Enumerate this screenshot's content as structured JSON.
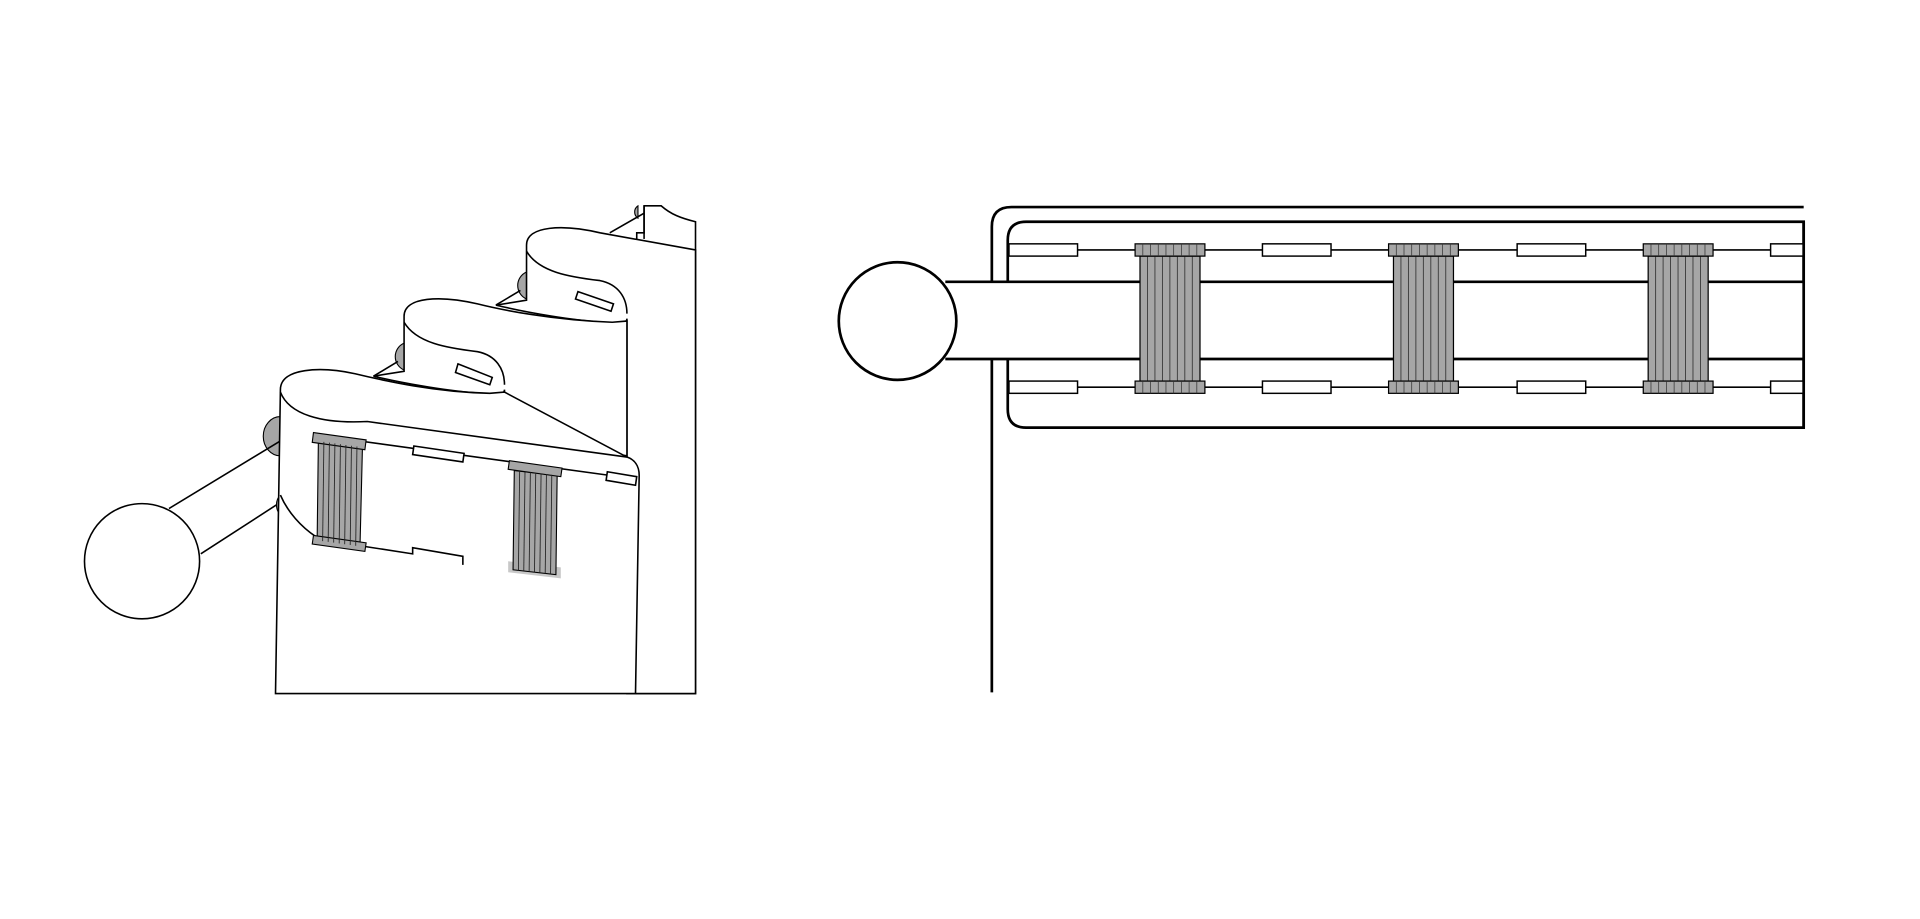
{
  "colors": {
    "background": "#ffffff",
    "line": "#000000",
    "pleat_tape_fill": "#a6a6a6",
    "rod_bracket_fill": "#a6a6a6"
  },
  "views": [
    {
      "id": "perspective-view",
      "pleats_visible": 3,
      "pleat_tapes_visible": 2
    },
    {
      "id": "top-view",
      "pleat_tapes_visible": 3
    }
  ]
}
